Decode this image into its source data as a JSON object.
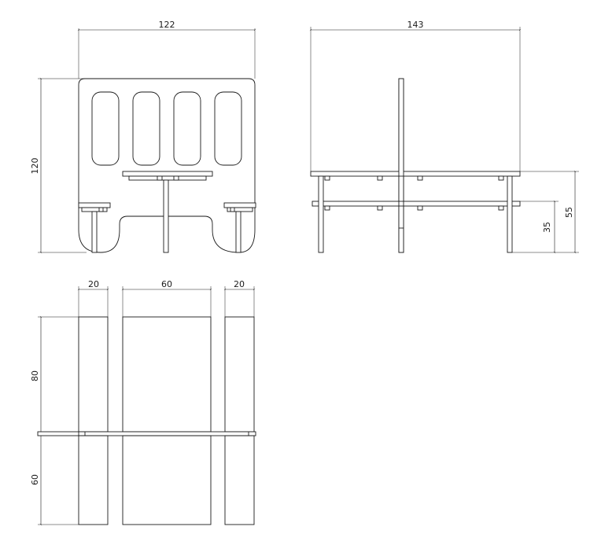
{
  "drawing": {
    "front_view": {
      "width_label": "122",
      "height_label": "120"
    },
    "side_view": {
      "width_label": "143",
      "table_height_label": "55",
      "seat_height_label": "35"
    },
    "top_view": {
      "seat_left_label": "20",
      "table_label": "60",
      "seat_right_label": "20",
      "back_depth_label": "80",
      "front_depth_label": "60"
    }
  }
}
